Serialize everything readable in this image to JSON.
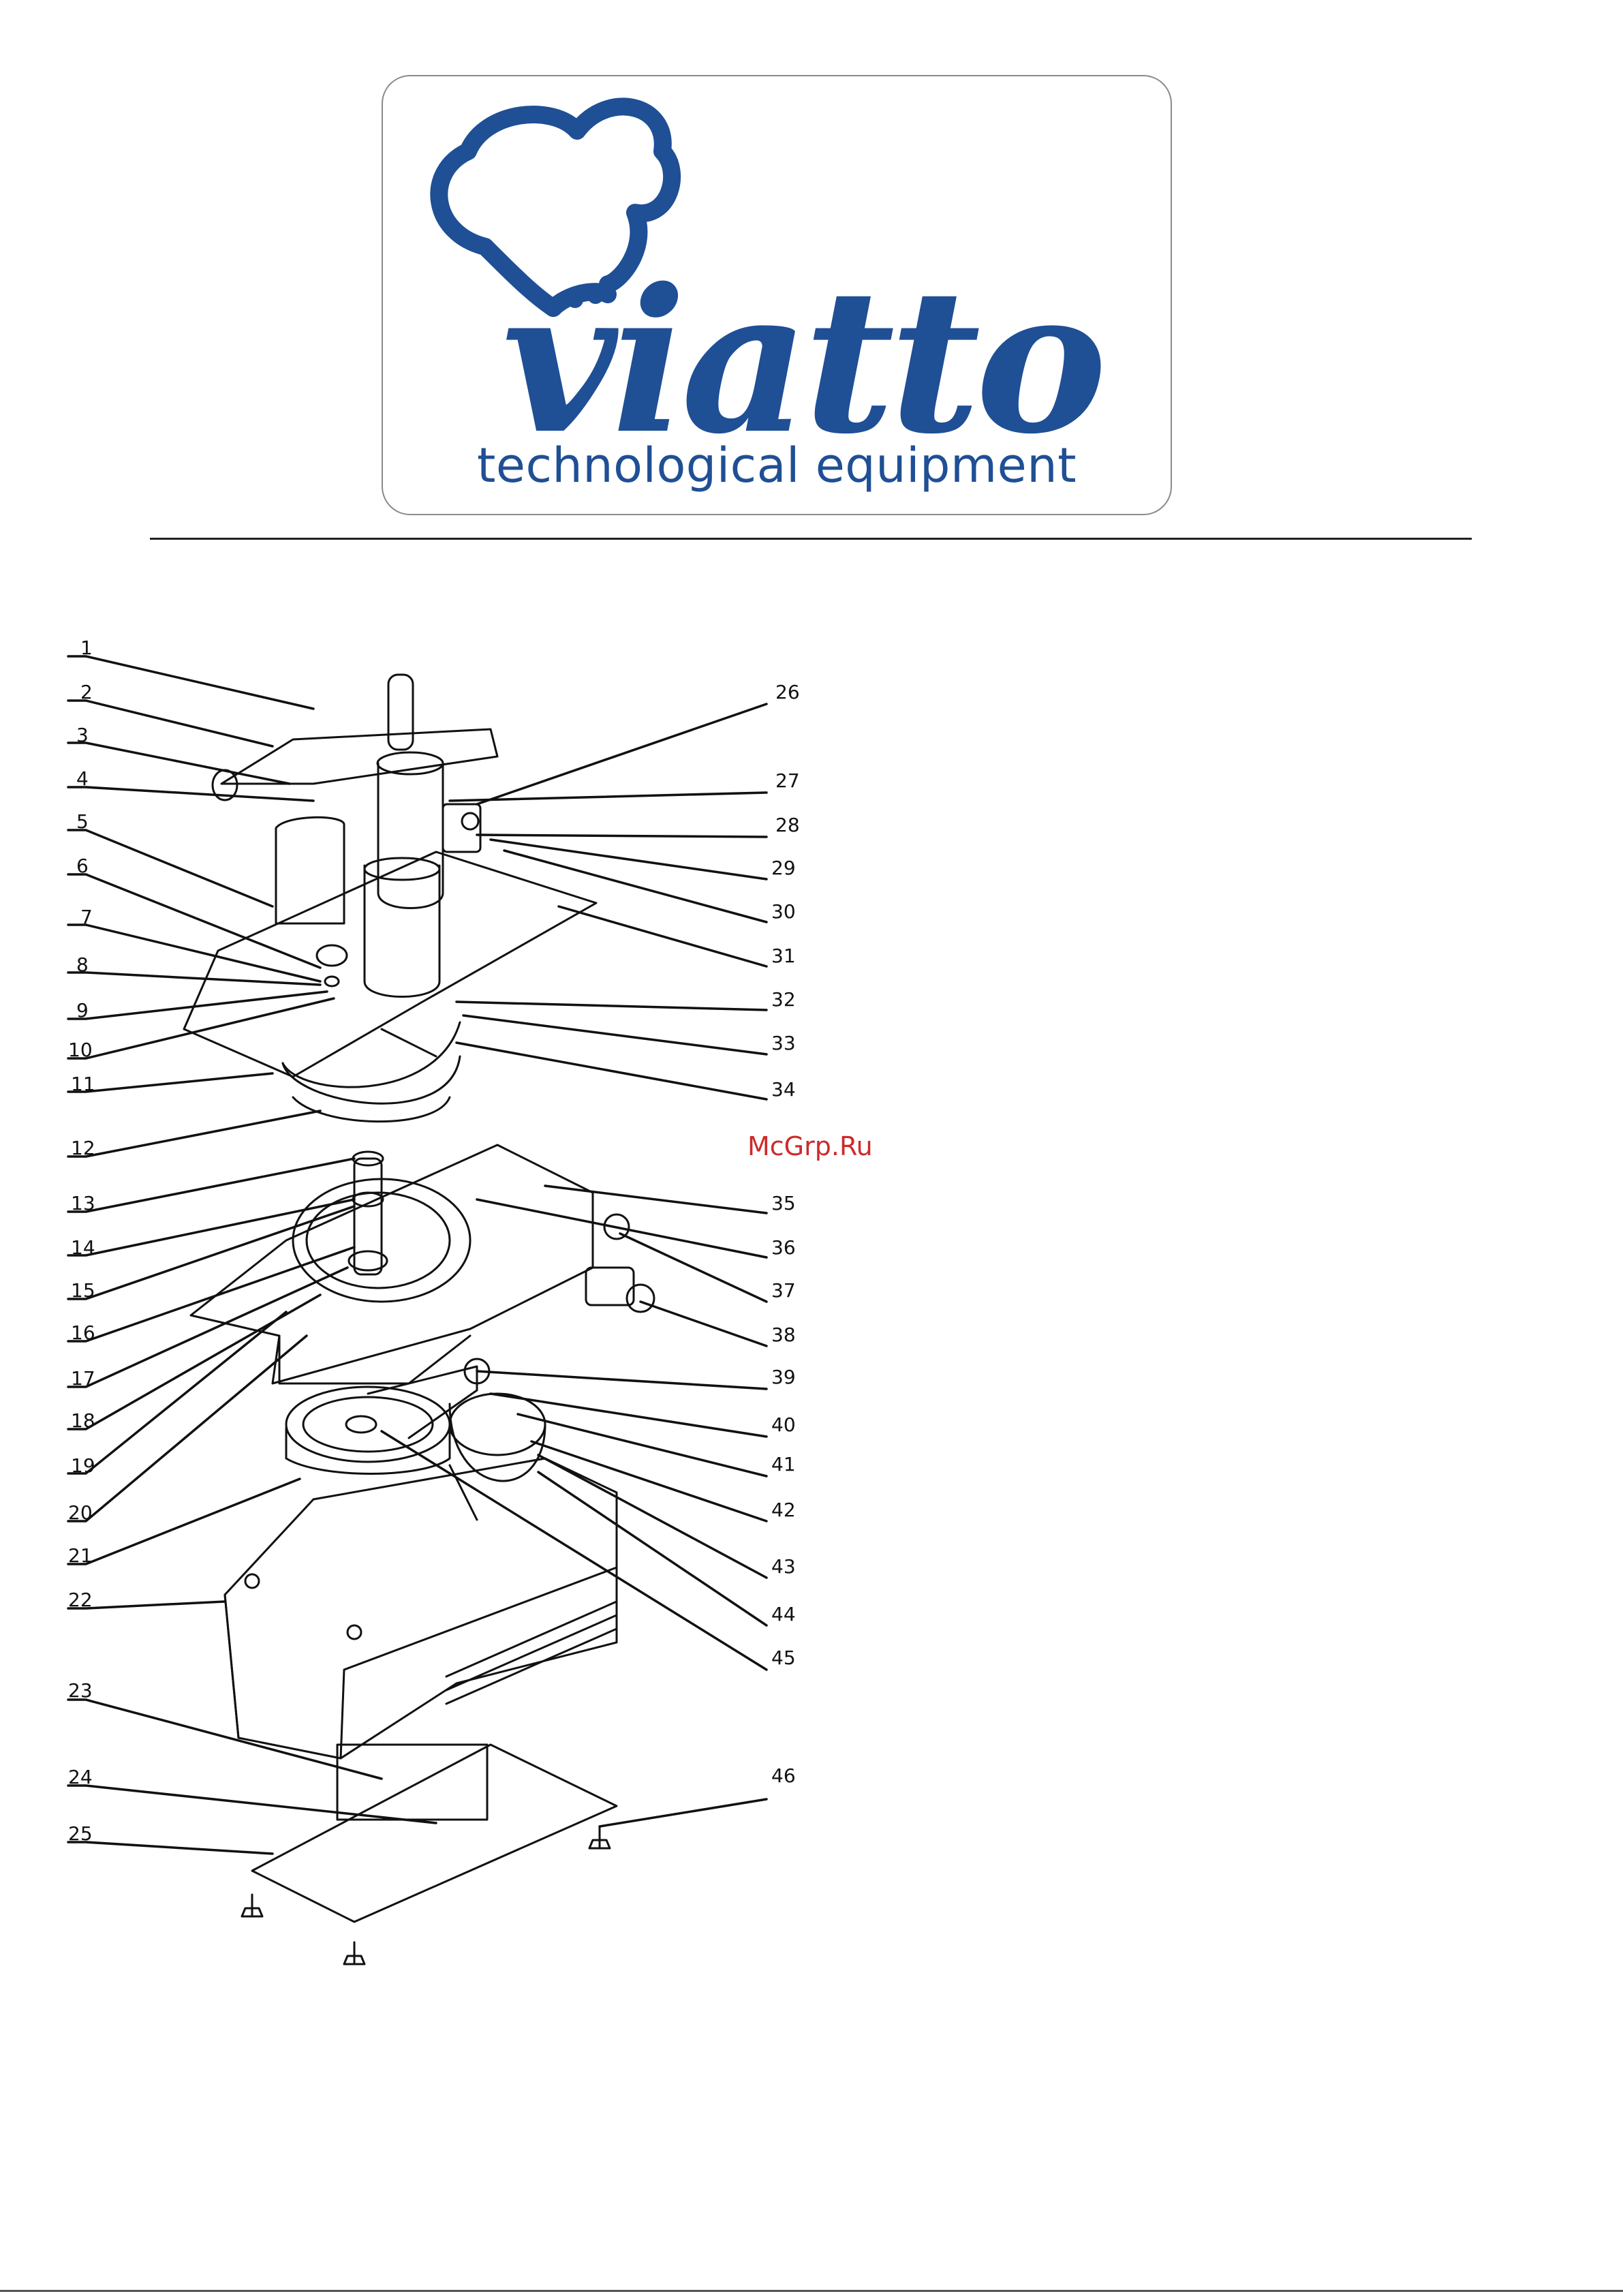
{
  "logo": {
    "wordmark": "viatto",
    "tagline": "technological equipment",
    "brand_color": "#1f4f95",
    "icon": "chef-hat-icon"
  },
  "watermark": {
    "text": "McGrp.Ru",
    "color": "#cc2a2a"
  },
  "callouts": {
    "left": [
      "1",
      "2",
      "3",
      "4",
      "5",
      "6",
      "7",
      "8",
      "9",
      "10",
      "11",
      "12",
      "13",
      "14",
      "15",
      "16",
      "17",
      "18",
      "19",
      "20",
      "21",
      "22",
      "23",
      "24",
      "25"
    ],
    "right": [
      "26",
      "27",
      "28",
      "29",
      "30",
      "31",
      "32",
      "33",
      "34",
      "35",
      "36",
      "37",
      "38",
      "39",
      "40",
      "41",
      "42",
      "43",
      "44",
      "45",
      "46"
    ]
  },
  "colors": {
    "line": "#111111",
    "background": "#ffffff"
  }
}
